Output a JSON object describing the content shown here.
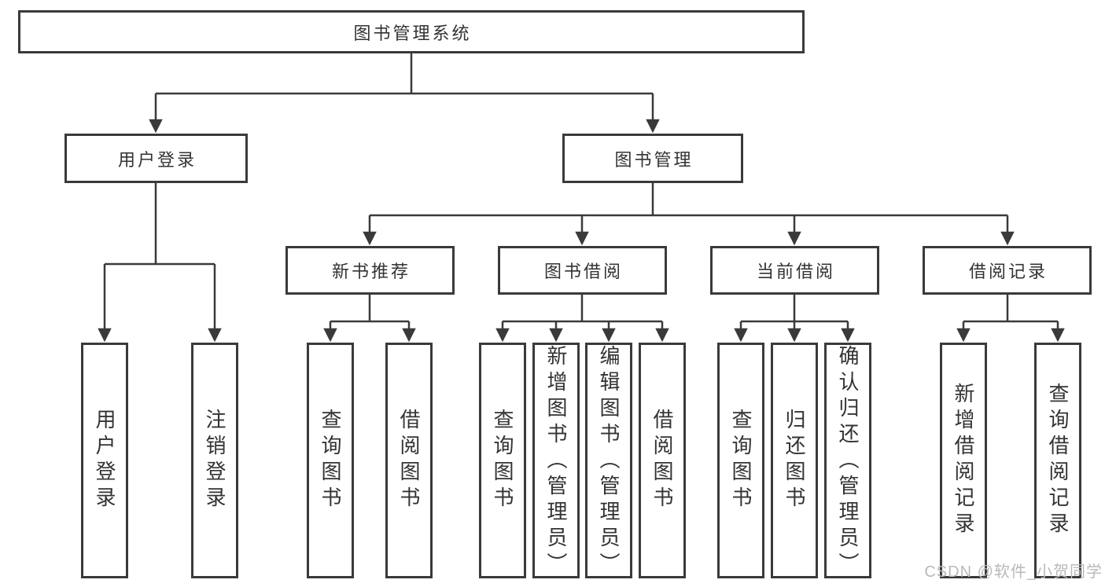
{
  "tree": {
    "label": "图书管理系统",
    "children": [
      {
        "label": "用户登录",
        "children": [
          {
            "label": "用户登录"
          },
          {
            "label": "注销登录"
          }
        ]
      },
      {
        "label": "图书管理",
        "children": [
          {
            "label": "新书推荐",
            "children": [
              {
                "label": "查询图书"
              },
              {
                "label": "借阅图书"
              }
            ]
          },
          {
            "label": "图书借阅",
            "children": [
              {
                "label": "查询图书"
              },
              {
                "label": "新增图书（管理员）"
              },
              {
                "label": "编辑图书（管理员）"
              },
              {
                "label": "借阅图书"
              }
            ]
          },
          {
            "label": "当前借阅",
            "children": [
              {
                "label": "查询图书"
              },
              {
                "label": "归还图书"
              },
              {
                "label": "确认归还（管理员）"
              }
            ]
          },
          {
            "label": "借阅记录",
            "children": [
              {
                "label": "新增借阅记录"
              },
              {
                "label": "查询借阅记录"
              }
            ]
          }
        ]
      }
    ]
  },
  "watermark": {
    "text": "CSDN @软件_小贺同学"
  },
  "colors": {
    "line": "#3a3a3a",
    "box_border": "#3a3a3a",
    "box_fill": "#ffffff",
    "text": "#333333",
    "watermark": "#b9b9b9"
  }
}
